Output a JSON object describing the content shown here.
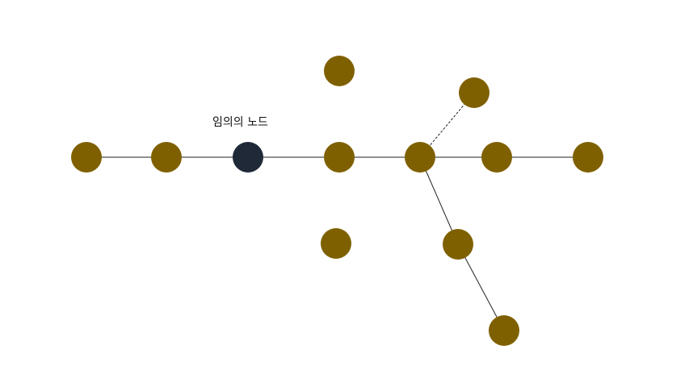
{
  "colors": {
    "node": "#7f6000",
    "highlight": "#1f2937",
    "edge": "#222222"
  },
  "label": {
    "text": "임의의 노드"
  },
  "graph": {
    "highlighted_node": "n3",
    "nodes": [
      "n1",
      "n2",
      "n3",
      "n4",
      "n5",
      "n6",
      "n7",
      "n8",
      "n9",
      "n10",
      "n11",
      "n12"
    ],
    "edges": [
      {
        "from": "n1",
        "to": "n2",
        "style": "solid"
      },
      {
        "from": "n2",
        "to": "n3",
        "style": "solid"
      },
      {
        "from": "n3",
        "to": "n4",
        "style": "solid"
      },
      {
        "from": "n4",
        "to": "n5",
        "style": "solid"
      },
      {
        "from": "n5",
        "to": "n6",
        "style": "solid"
      },
      {
        "from": "n6",
        "to": "n7",
        "style": "solid"
      },
      {
        "from": "n5",
        "to": "n8",
        "style": "dashed"
      },
      {
        "from": "n5",
        "to": "n9",
        "style": "solid"
      },
      {
        "from": "n9",
        "to": "n10",
        "style": "solid"
      }
    ]
  }
}
